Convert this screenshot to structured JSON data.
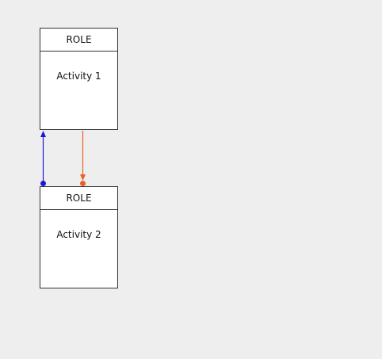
{
  "boxes": [
    {
      "role": "ROLE",
      "activity": "Activity 1"
    },
    {
      "role": "ROLE",
      "activity": "Activity 2"
    }
  ],
  "connectors": {
    "up_color": "#1a1ad6",
    "down_color": "#e8602c"
  }
}
